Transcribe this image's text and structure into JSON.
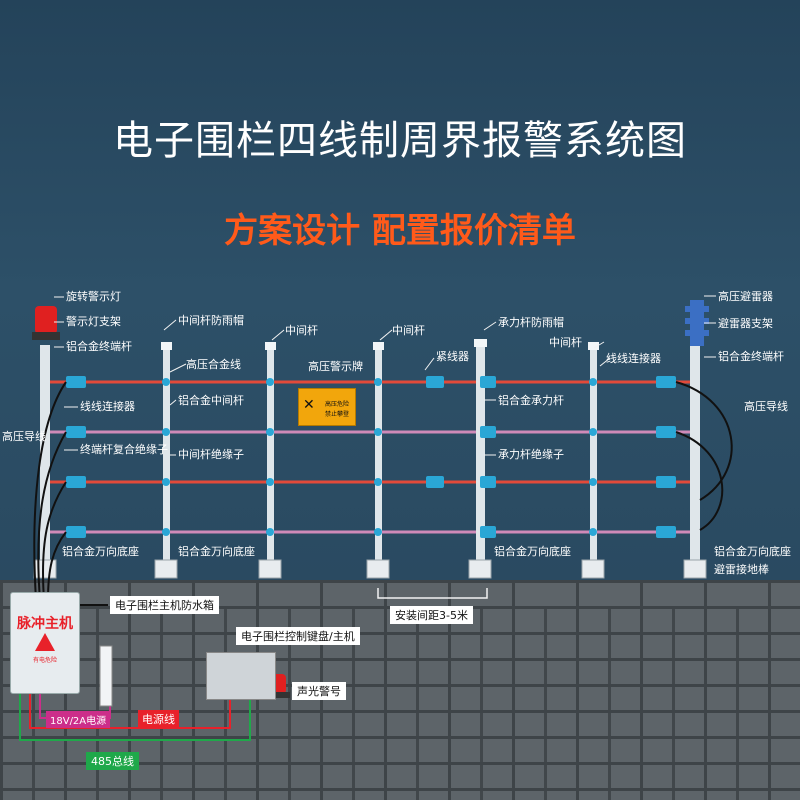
{
  "title": "电子围栏四线制周界报警系统图",
  "subtitle": "方案设计 配置报价清单",
  "labels": {
    "rotating_light": "旋转警示灯",
    "light_bracket": "警示灯支架",
    "alu_end_post_left": "铝合金终端杆",
    "hv_lead_left": "高压导线",
    "wire_connector_left": "线线连接器",
    "end_post_insulator": "终端杆复合绝缘子",
    "alu_base_1": "铝合金万向底座",
    "mid_post_cap": "中间杆防雨帽",
    "hv_alloy_wire": "高压合金线",
    "alu_mid_post": "铝合金中间杆",
    "mid_post_insulator": "中间杆绝缘子",
    "alu_base_2": "铝合金万向底座",
    "mid_post_1": "中间杆",
    "hv_warning_sign": "高压警示牌",
    "mid_post_2": "中间杆",
    "tensioner": "紧线器",
    "bearing_post_cap": "承力杆防雨帽",
    "alu_bearing_post": "铝合金承力杆",
    "bearing_post_insulator": "承力杆绝缘子",
    "alu_base_3": "铝合金万向底座",
    "mid_post_3": "中间杆",
    "wire_connector_right": "线线连接器",
    "hv_arrester": "高压避雷器",
    "arrester_bracket": "避雷器支架",
    "alu_end_post_right": "铝合金终端杆",
    "hv_wire_right": "高压导线",
    "alu_base_4": "铝合金万向底座",
    "arrester_ground_rod": "避雷接地棒",
    "install_spacing": "安装间距3-5米",
    "host_waterproof_box": "电子围栏主机防水箱",
    "keypad_host": "电子围栏控制键盘/主机",
    "siren": "声光警号",
    "power_supply": "18V/2A电源",
    "power_cord": "电源线",
    "bus_485": "485总线"
  },
  "host_box": {
    "title": "脉冲主机",
    "warning": "有电危险"
  },
  "warning_sign": {
    "line1": "高压危险",
    "line2": "禁止攀登"
  },
  "colors": {
    "background": "#2b4a5e",
    "wall": "#5d6469",
    "title": "#ffffff",
    "subtitle": "#ff5a1a",
    "fence_wire": "#e24a3a",
    "insulator": "#2aa7d6",
    "post": "#dfe6ea",
    "tag_red": "#e8212a",
    "tag_green": "#1fa84a"
  }
}
